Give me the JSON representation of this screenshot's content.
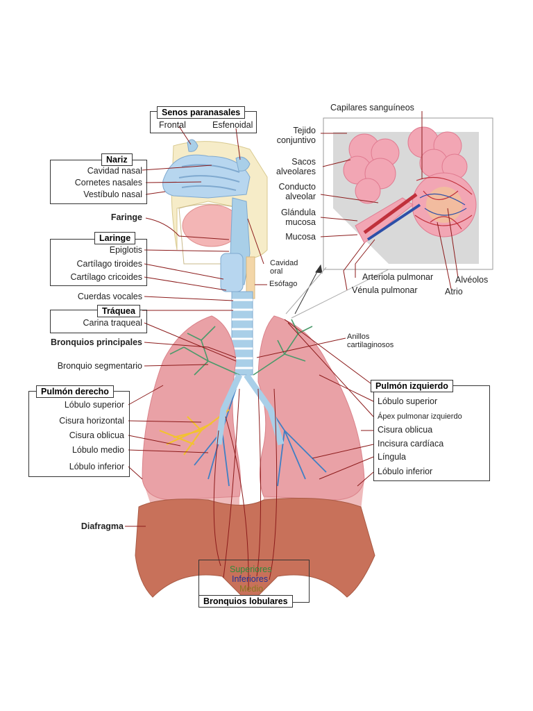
{
  "labels": {
    "senos_paranasales": "Senos paranasales",
    "frontal": "Frontal",
    "esfenoidal": "Esfenoidal",
    "nariz": "Nariz",
    "cavidad_nasal": "Cavidad nasal",
    "cornetes_nasales": "Cornetes nasales",
    "vestibulo_nasal": "Vestíbulo nasal",
    "faringe": "Faringe",
    "laringe": "Laringe",
    "epiglotis": "Epiglotis",
    "cartilago_tiroides": "Cartílago tiroides",
    "cartilago_cricoides": "Cartílago cricoides",
    "cuerdas_vocales": "Cuerdas vocales",
    "traquea": "Tráquea",
    "carina_traqueal": "Carina traqueal",
    "bronquios_principales": "Bronquios principales",
    "bronquio_segmentario": "Bronquio segmentario",
    "pulmon_derecho": "Pulmón derecho",
    "lobulo_superior_d": "Lóbulo superior",
    "cisura_horizontal": "Cisura horizontal",
    "cisura_oblicua_d": "Cisura oblicua",
    "lobulo_medio": "Lóbulo medio",
    "lobulo_inferior_d": "Lóbulo inferior",
    "diafragma": "Diafragma",
    "superiores": "Superiores",
    "inferiores": "Inferiores",
    "medio": "Medio",
    "bronquios_lobulares": "Bronquios lobulares",
    "capilares_sanguineos": "Capilares sanguíneos",
    "tejido_1": "Tejido",
    "tejido_2": "conjuntivo",
    "sacos_1": "Sacos",
    "sacos_2": "alveolares",
    "conducto_1": "Conducto",
    "conducto_2": "alveolar",
    "glandula_1": "Glándula",
    "glandula_2": "mucosa",
    "mucosa": "Mucosa",
    "cavidad_oral_1": "Cavidad",
    "cavidad_oral_2": "oral",
    "esofago": "Esófago",
    "arteriola_pulmonar": "Arteriola pulmonar",
    "venula_pulmonar": "Vénula pulmonar",
    "alveolos": "Alvéolos",
    "atrio": "Atrio",
    "anillos_1": "Anillos",
    "anillos_2": "cartilaginosos",
    "pulmon_izquierdo": "Pulmón izquierdo",
    "lobulo_superior_i": "Lóbulo superior",
    "apex": "Ápex pulmonar izquierdo",
    "cisura_oblicua_i": "Cisura oblicua",
    "incisura_cardiaca": "Incisura cardíaca",
    "lingula": "Língula",
    "lobulo_inferior_i": "Lóbulo inferior"
  },
  "colors": {
    "lung": "#e9a1a6",
    "lung_dark": "#d9828a",
    "diaphragm": "#c8715a",
    "airway": "#a9cfe8",
    "bronchi_green": "#4a9a6a",
    "bronchi_blue": "#3f7fc4",
    "bronchi_yellow": "#f2c230",
    "alveoli": "#f2a6b4",
    "label_superiores": "#2e8b3a",
    "label_inferiores": "#1f2f9a",
    "label_medio": "#8a7a20"
  }
}
